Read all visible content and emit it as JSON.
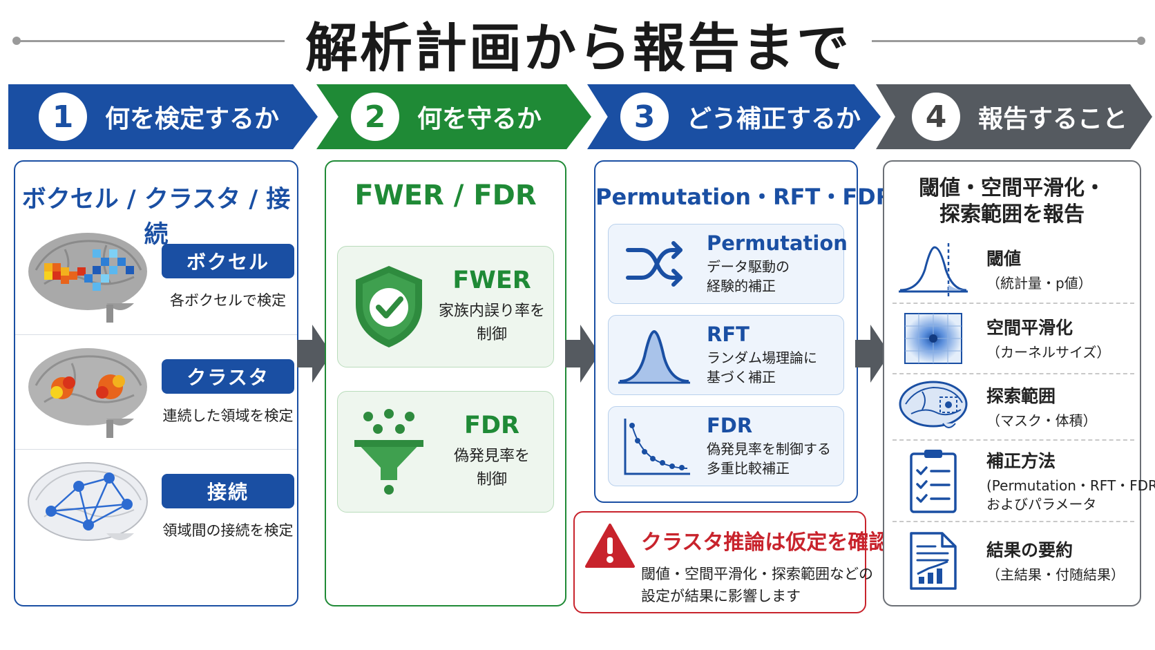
{
  "title": "解析計画から報告まで",
  "steps": [
    {
      "num": "1",
      "label": "何を検定するか"
    },
    {
      "num": "2",
      "label": "何を守るか"
    },
    {
      "num": "3",
      "label": "どう補正するか"
    },
    {
      "num": "4",
      "label": "報告すること"
    }
  ],
  "panel1": {
    "title": "ボクセル / クラスタ / 接続",
    "rows": [
      {
        "label": "ボクセル",
        "desc": "各ボクセルで検定"
      },
      {
        "label": "クラスタ",
        "desc": "連続した領域を検定"
      },
      {
        "label": "接続",
        "desc": "領域間の接続を検定"
      }
    ]
  },
  "panel2": {
    "title": "FWER / FDR",
    "cards": [
      {
        "title": "FWER",
        "desc_line1": "家族内誤り率を",
        "desc_line2": "制御"
      },
      {
        "title": "FDR",
        "desc_line1": "偽発見率を",
        "desc_line2": "制御"
      }
    ]
  },
  "panel3": {
    "title": "Permutation・RFT・FDR",
    "cards": [
      {
        "title": "Permutation",
        "desc_line1": "データ駆動の",
        "desc_line2": "経験的補正"
      },
      {
        "title": "RFT",
        "desc_line1": "ランダム場理論に",
        "desc_line2": "基づく補正"
      },
      {
        "title": "FDR",
        "desc_line1": "偽発見率を制御する",
        "desc_line2": "多重比較補正"
      }
    ]
  },
  "warning": {
    "title": "クラスタ推論は仮定を確認",
    "desc_line1": "閾値・空間平滑化・探索範囲などの",
    "desc_line2": "設定が結果に影響します"
  },
  "panel4": {
    "title_line1": "閾値・空間平滑化・",
    "title_line2": "探索範囲を報告",
    "rows": [
      {
        "title": "閾値",
        "desc_line1": "（統計量・p値）",
        "desc_line2": ""
      },
      {
        "title": "空間平滑化",
        "desc_line1": "（カーネルサイズ）",
        "desc_line2": ""
      },
      {
        "title": "探索範囲",
        "desc_line1": "（マスク・体積）",
        "desc_line2": ""
      },
      {
        "title": "補正方法",
        "desc_line1": "(Permutation・RFT・FDR)",
        "desc_line2": "およびパラメータ"
      },
      {
        "title": "結果の要約",
        "desc_line1": "（主結果・付随結果）",
        "desc_line2": ""
      }
    ]
  },
  "colors": {
    "blue": "#1a4fa3",
    "green": "#1f8a36",
    "gray": "#555a60",
    "red": "#c8232c"
  },
  "icons": [
    "brain-voxel-icon",
    "brain-cluster-icon",
    "brain-network-icon",
    "shield-check-icon",
    "funnel-icon",
    "shuffle-icon",
    "bell-curve-icon",
    "decay-curve-icon",
    "warning-icon",
    "threshold-curve-icon",
    "smoothing-grid-icon",
    "brain-mask-icon",
    "checklist-icon",
    "report-chart-icon"
  ]
}
